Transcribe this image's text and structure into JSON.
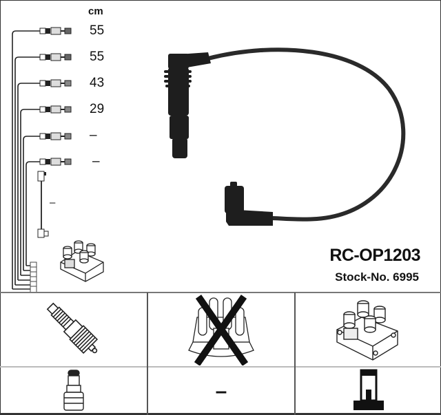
{
  "header": {
    "unit": "cm",
    "title": "RC-OP1203",
    "stock": "Stock-No. 6995"
  },
  "leads": [
    {
      "length": "55"
    },
    {
      "length": "55"
    },
    {
      "length": "43"
    },
    {
      "length": "29"
    },
    {
      "length": "–"
    },
    {
      "length": "–"
    }
  ],
  "coil_lead": {
    "length": "–"
  },
  "components": {
    "row1": [
      {
        "name": "spark plug",
        "state": "included"
      },
      {
        "name": "distributor cap",
        "state": "not applicable (crossed out)"
      },
      {
        "name": "ignition coil",
        "state": "included"
      }
    ],
    "row2": [
      {
        "name": "spark plug connector",
        "value": ""
      },
      {
        "name": "distributor connector",
        "value": "–"
      },
      {
        "name": "coil connector",
        "value": ""
      }
    ]
  },
  "colors": {
    "ink": "#111111",
    "border": "#333333",
    "divider": "#777777"
  }
}
